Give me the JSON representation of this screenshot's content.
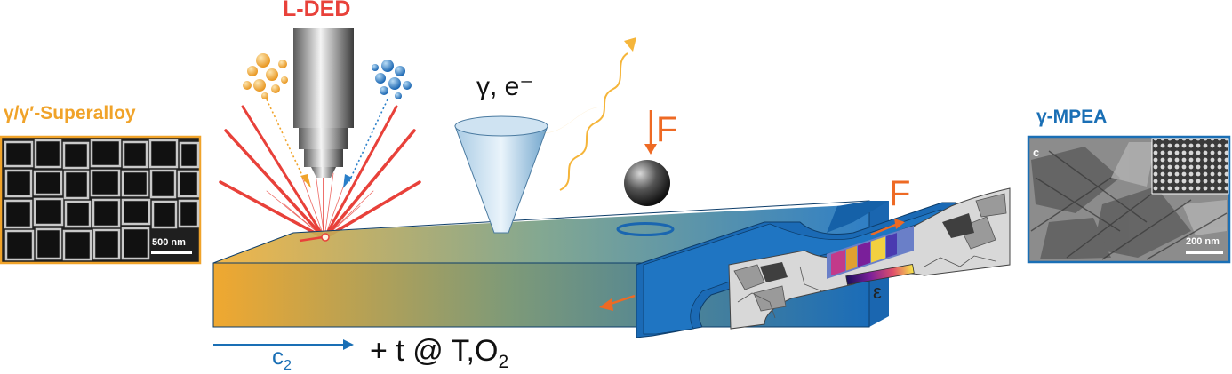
{
  "labels": {
    "process": "L-DED",
    "left_material": "γ/γ′-Superalloy",
    "right_material": "γ-MPEA",
    "probe": "γ, e⁻",
    "force_indent": "F",
    "force_tensile": "F",
    "strain": "ε",
    "composition": "c",
    "composition_sub": "2",
    "conditions_main": "+ t @ T,O",
    "conditions_sub": "2",
    "scale_left": "500 nm",
    "scale_right": "200 nm",
    "inset_corner": "c"
  },
  "colors": {
    "laser": "#e8413a",
    "superalloy": "#f0a32a",
    "mpea": "#1a6fb5",
    "force": "#ee6a24",
    "powder_orange": "#f2a93b",
    "powder_blue": "#2a7fc9",
    "photon": "#f5b53a"
  },
  "icons": [
    "nozzle-icon",
    "powder-orange-icon",
    "powder-blue-icon",
    "probe-cone-icon",
    "indenter-ball-icon",
    "photon-wave-icon"
  ]
}
